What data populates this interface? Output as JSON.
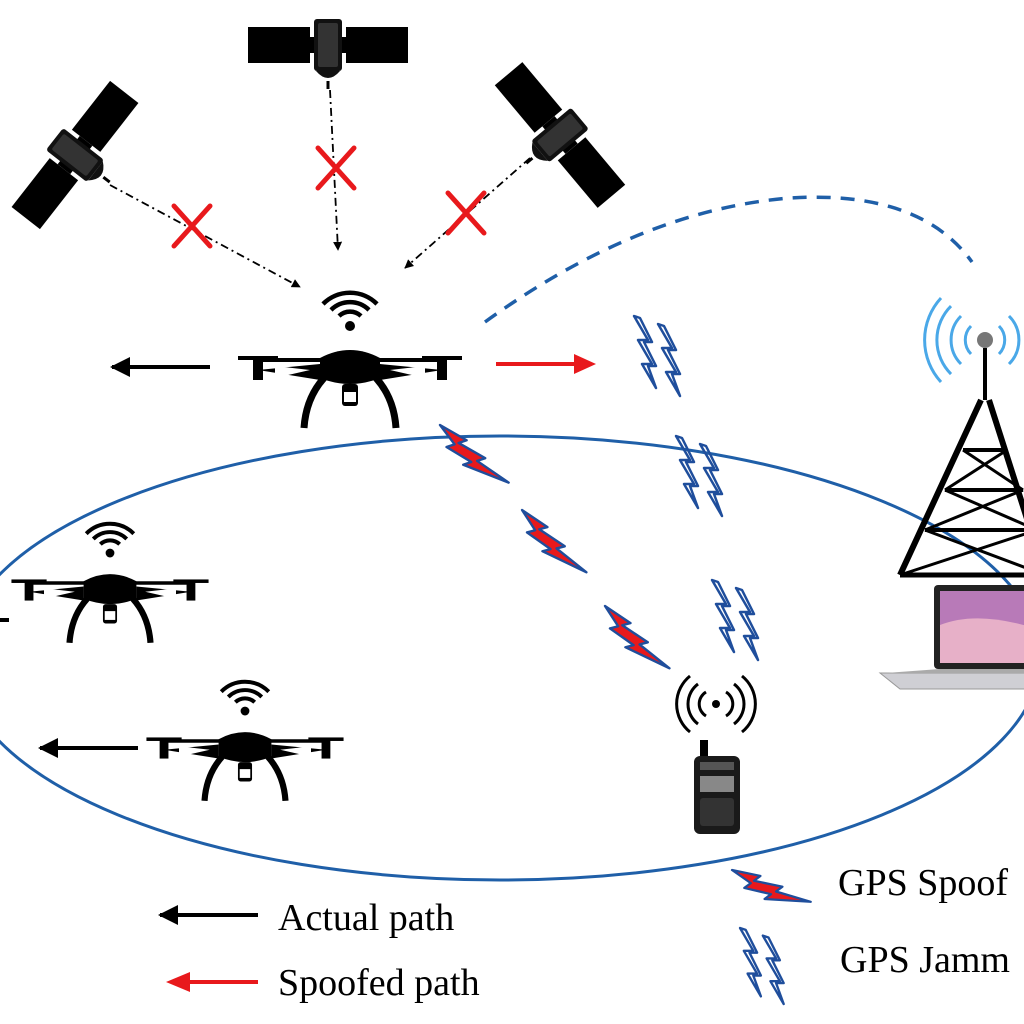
{
  "legend": {
    "actual_path": "Actual path",
    "spoofed_path": "Spoofed path",
    "gps_spoofing": "GPS Spoof",
    "gps_jamming": "GPS Jamm"
  },
  "colors": {
    "actual": "#000000",
    "spoofed": "#e8191c",
    "jamming": "#1f4e9c",
    "ellipse": "#1f5fa8",
    "dashed_link": "#1f5fa8",
    "tower_waves": "#4aa8e8"
  },
  "icons": {
    "satellites": [
      "satellite-icon",
      "satellite-icon",
      "satellite-icon"
    ],
    "blocked_marks": [
      "blocked-x-icon",
      "blocked-x-icon",
      "blocked-x-icon"
    ],
    "drones": [
      "drone-icon",
      "drone-icon",
      "drone-icon"
    ],
    "tower": "cell-tower-icon",
    "laptop": "laptop-icon",
    "radio": "handheld-radio-icon"
  }
}
